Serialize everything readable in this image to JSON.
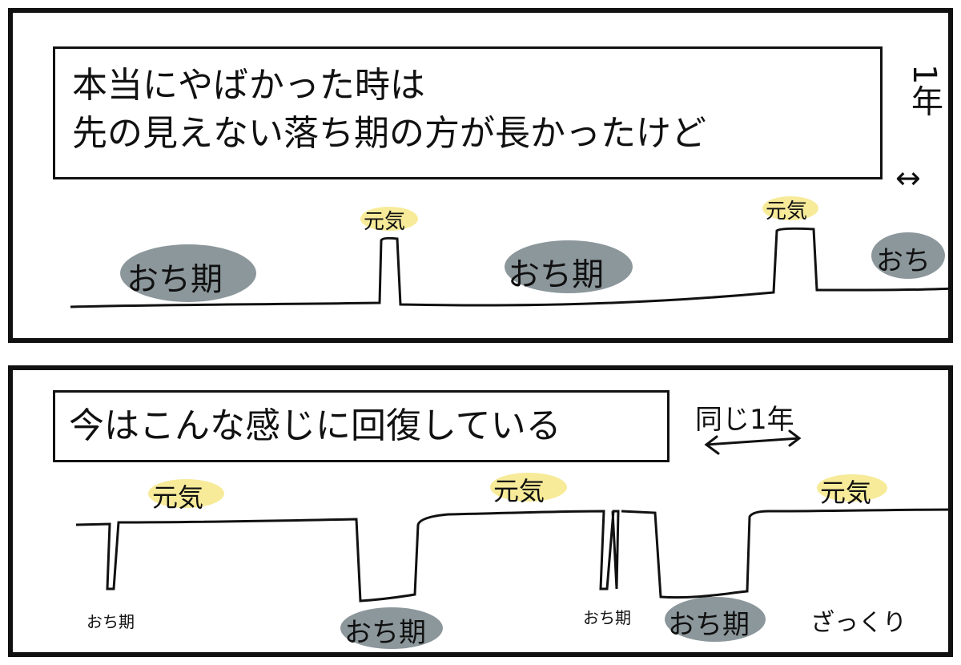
{
  "panel1": {
    "caption_lines": [
      "本当にやばかった時は",
      "先の見えない落ち期の方が長かったけど"
    ],
    "year_label": "1年",
    "arrow": "↔",
    "labels": {
      "genki": "元気",
      "ochiki": "おち期",
      "ochi": "おち"
    }
  },
  "panel2": {
    "caption": "今はこんな感じに回復している",
    "same_year": "同じ1年",
    "labels": {
      "genki": "元気",
      "ochiki": "おち期",
      "rough": "ざっくり"
    }
  },
  "colors": {
    "highlight": "#f7eb9a",
    "gray": "#8c979c",
    "ink": "#111111"
  }
}
